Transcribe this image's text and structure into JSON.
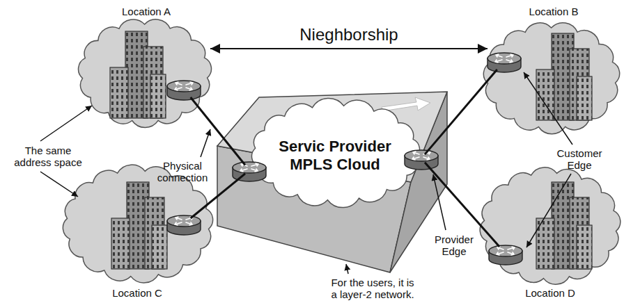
{
  "diagram": {
    "nodes": [
      {
        "text": [
          "Location A"
        ]
      },
      {
        "text": [
          "Location B"
        ]
      },
      {
        "text": [
          "Servic Provider MPLS Cloud"
        ]
      },
      {
        "text": [
          "Location C"
        ]
      },
      {
        "text": [
          "Location D"
        ]
      }
    ],
    "edges": [
      {
        "from": 0,
        "to": 1,
        "arrow": "both",
        "label": "Nieghborship"
      },
      {
        "from": 0,
        "to": 2,
        "arrow": "none"
      },
      {
        "from": 1,
        "to": 2,
        "arrow": "none"
      },
      {
        "from": 3,
        "to": 2,
        "arrow": "none"
      },
      {
        "from": 4,
        "to": 2,
        "arrow": "none"
      }
    ],
    "labels": [
      "The same address space",
      "Physical connection",
      "Customer Edge",
      "Provider Edge",
      "For the users, it is a layer-2 network."
    ]
  }
}
